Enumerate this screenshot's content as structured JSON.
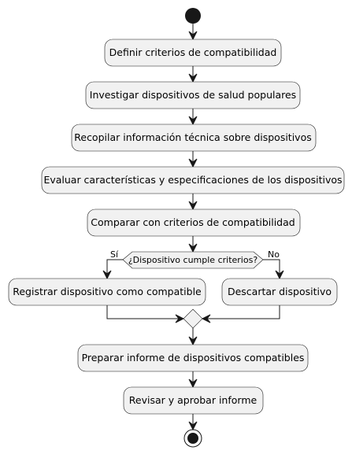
{
  "diagram": {
    "steps": [
      "Definir criterios de compatibilidad",
      "Investigar dispositivos de salud populares",
      "Recopilar información técnica sobre dispositivos",
      "Evaluar características y especificaciones de los dispositivos",
      "Comparar con criterios de compatibilidad"
    ],
    "decision": {
      "question": "¿Dispositivo cumple criterios?",
      "yes_label": "Sí",
      "no_label": "No",
      "yes_action": "Registrar dispositivo como compatible",
      "no_action": "Descartar dispositivo"
    },
    "final_steps": [
      "Preparar informe de dispositivos compatibles",
      "Revisar y aprobar informe"
    ]
  }
}
